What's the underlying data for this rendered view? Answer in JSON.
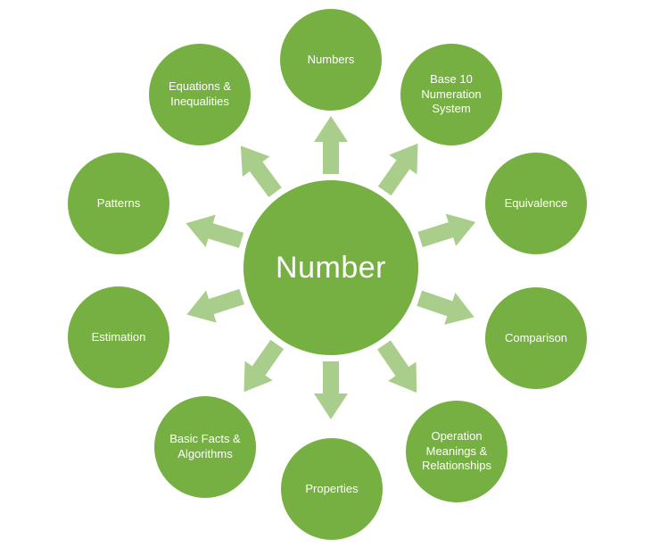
{
  "diagram": {
    "colors": {
      "node": "#76b043",
      "arrow": "#a9cd8b",
      "text": "#ffffff",
      "background": "#ffffff"
    },
    "center": {
      "label": "Number"
    },
    "satellites": [
      {
        "label": "Numbers"
      },
      {
        "label": "Base 10 Numeration System"
      },
      {
        "label": "Equivalence"
      },
      {
        "label": "Comparison"
      },
      {
        "label": "Operation Meanings & Relationships"
      },
      {
        "label": "Properties"
      },
      {
        "label": "Basic Facts & Algorithms"
      },
      {
        "label": "Estimation"
      },
      {
        "label": "Patterns"
      },
      {
        "label": "Equations & Inequalities"
      }
    ]
  }
}
